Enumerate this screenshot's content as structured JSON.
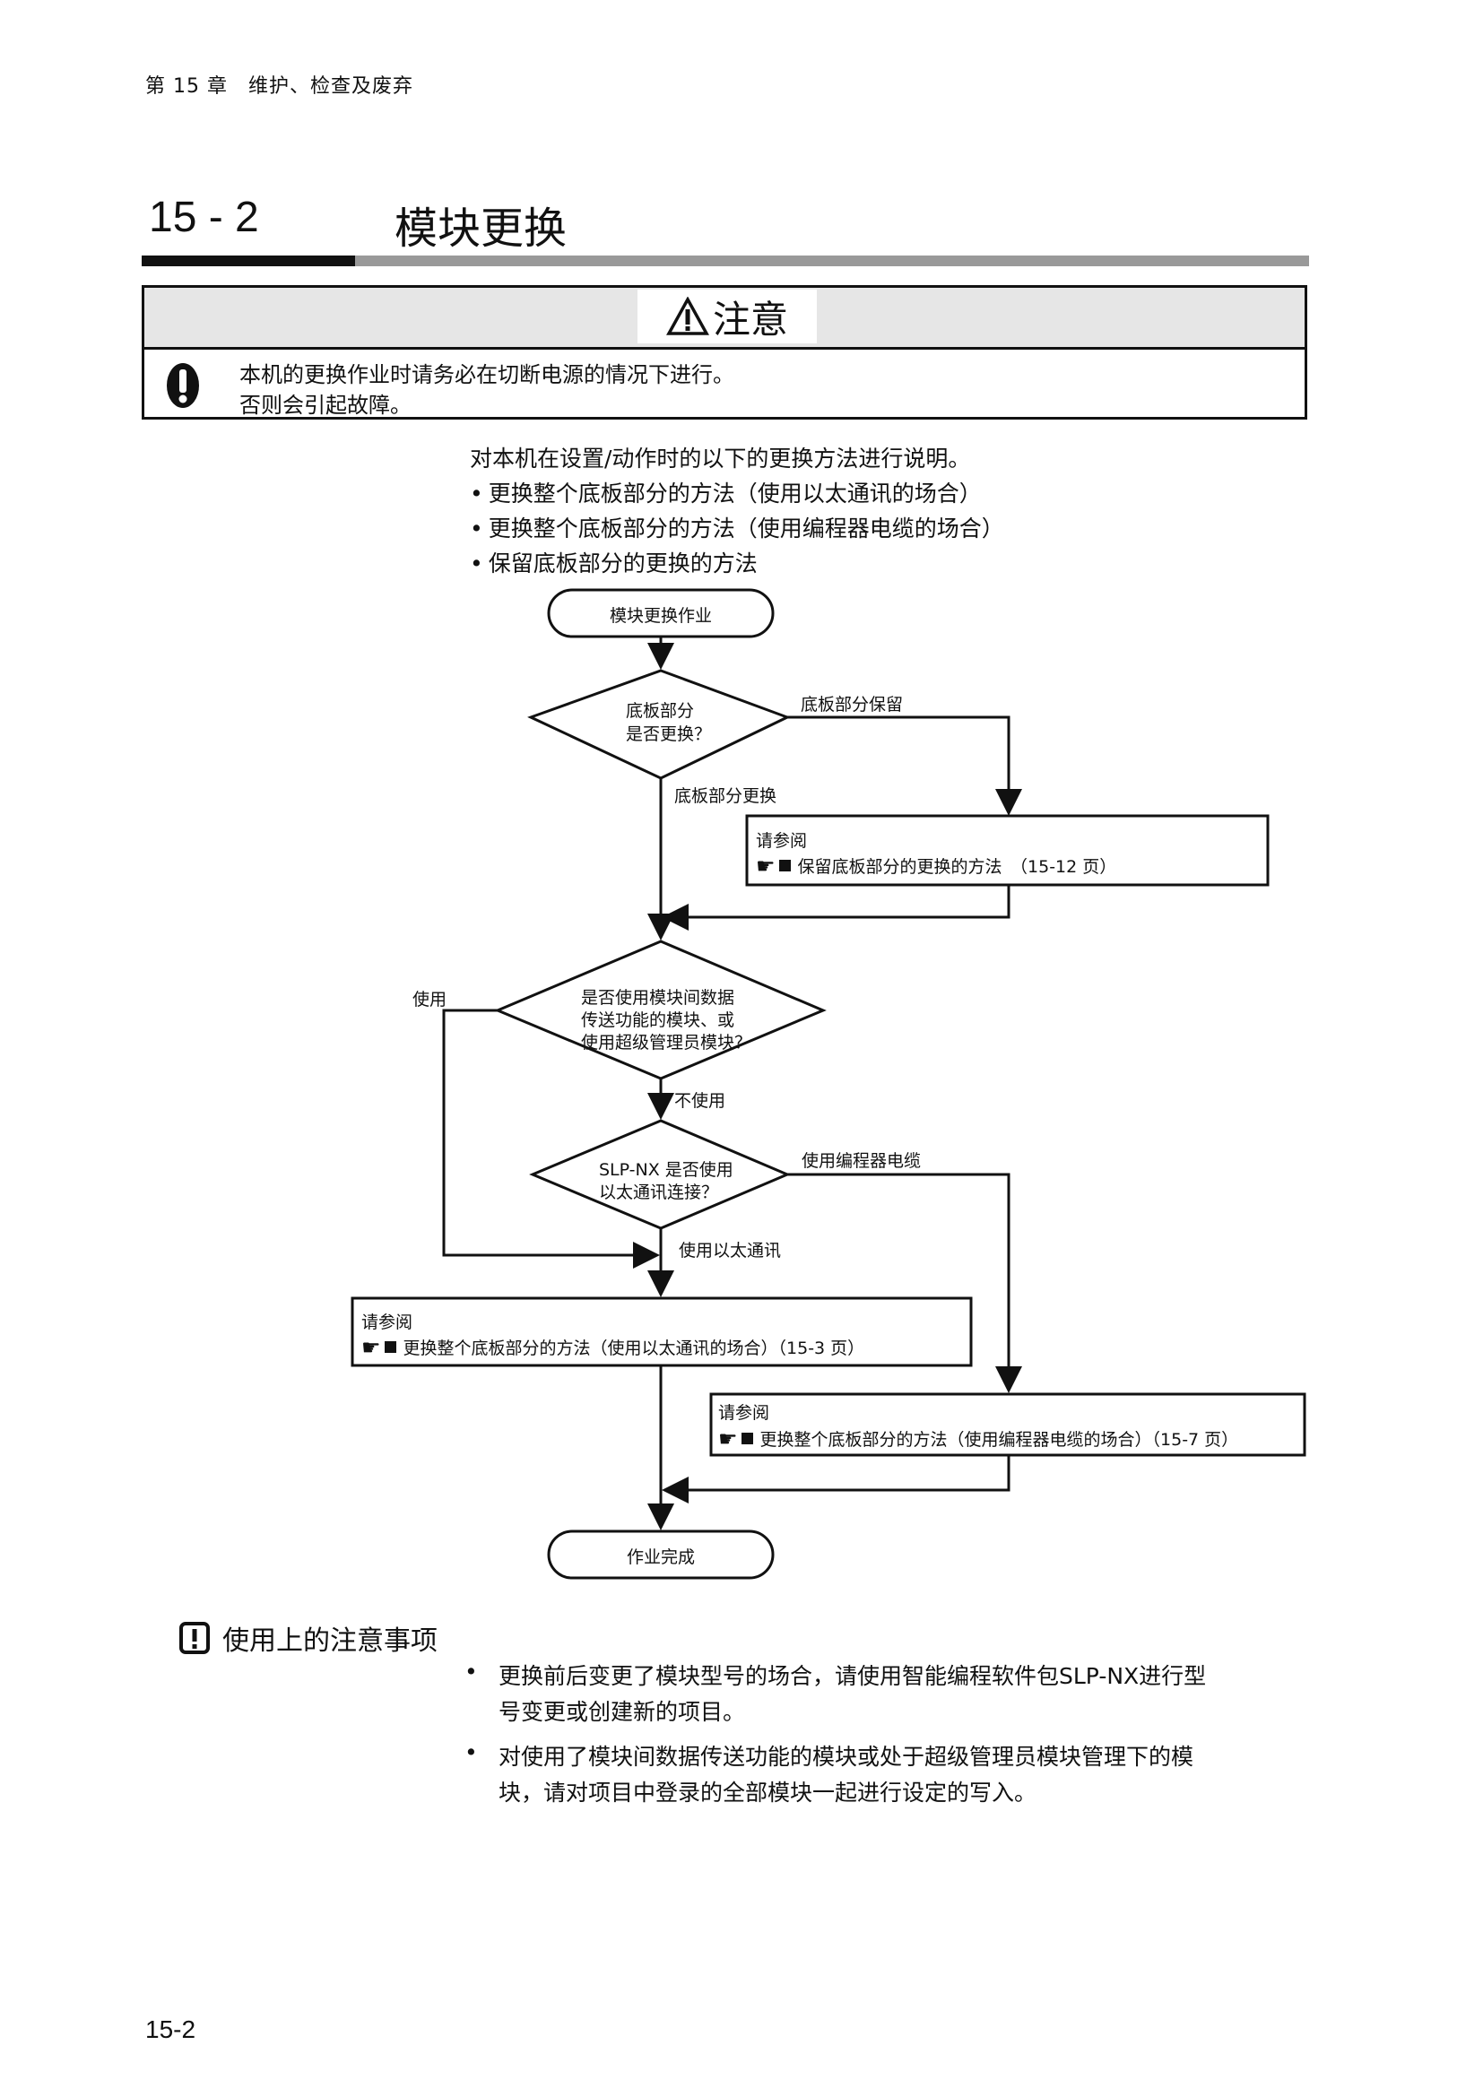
{
  "header": {
    "chapter": "第 15 章　维护、检查及废弃"
  },
  "section": {
    "number": "15 - 2",
    "title": "模块更换"
  },
  "caution": {
    "icon": "warning-triangle-icon",
    "label": "注意",
    "body_icon": "exclamation-circle-icon",
    "lines": [
      "本机的更换作业时请务必在切断电源的情况下进行。",
      "否则会引起故障。"
    ]
  },
  "intro": {
    "lead": "对本机在设置/动作时的以下的更换方法进行说明。",
    "bullets": [
      "更换整个底板部分的方法（使用以太通讯的场合）",
      "更换整个底板部分的方法（使用编程器电缆的场合）",
      "保留底板部分的更换的方法"
    ]
  },
  "flowchart": {
    "start": "模块更换作业",
    "decision1": {
      "line1": "底板部分",
      "line2": "是否更换？",
      "yes_label": "底板部分更换",
      "no_label": "底板部分保留"
    },
    "ref1": {
      "title": "请参阅",
      "text": "保留底板部分的更换的方法　（15-12 页）"
    },
    "decision2": {
      "line1": "是否使用模块间数据",
      "line2": "传送功能的模块、或",
      "line3": "使用超级管理员模块？",
      "yes_label": "使用",
      "no_label": "不使用"
    },
    "decision3": {
      "line1": "SLP-NX 是否使用",
      "line2": "以太通讯连接？",
      "ethernet_label": "使用以太通讯",
      "cable_label": "使用编程器电缆"
    },
    "ref2": {
      "title": "请参阅",
      "text": "更换整个底板部分的方法（使用以太通讯的场合）（15-3 页）"
    },
    "ref3": {
      "title": "请参阅",
      "text": "更换整个底板部分的方法（使用编程器电缆的场合）（15-7 页）"
    },
    "end": "作业完成",
    "ref_icon": "pointing-hand-icon"
  },
  "notes": {
    "title": "使用上的注意事项",
    "icon": "exclamation-box-icon",
    "items": [
      {
        "line1": "更换前后变更了模块型号的场合，请使用智能编程软件包SLP-NX进行型",
        "line2": "号变更或创建新的项目。"
      },
      {
        "line1": "对使用了模块间数据传送功能的模块或处于超级管理员模块管理下的模",
        "line2": "块，请对项目中登录的全部模块一起进行设定的写入。"
      }
    ]
  },
  "footer": {
    "page_number": "15-2"
  }
}
